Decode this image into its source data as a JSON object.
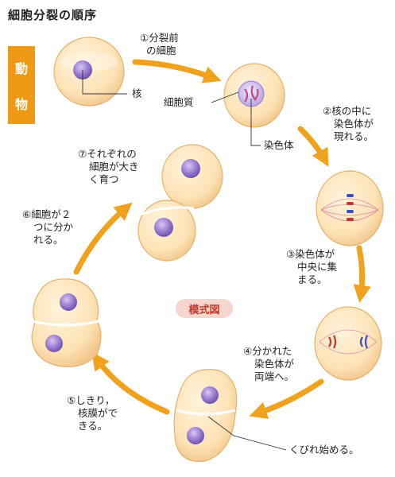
{
  "title": "細胞分裂の順序",
  "side_tag": [
    "動",
    "物"
  ],
  "labels": {
    "nucleus": "核",
    "cytoplasm": "細胞質",
    "chromosome": "染色体",
    "pinch": "くびれ始める。",
    "model_badge": "模式図"
  },
  "steps": [
    {
      "lines": [
        "①分裂前",
        "の細胞"
      ]
    },
    {
      "lines": [
        "②核の中に",
        "染色体が",
        "現れる。"
      ]
    },
    {
      "lines": [
        "③染色体が",
        "中央に集",
        "まる。"
      ]
    },
    {
      "lines": [
        "④分かれた",
        "染色体が",
        "両端へ。"
      ]
    },
    {
      "lines": [
        "⑤しきり，",
        "核膜がで",
        "きる。"
      ]
    },
    {
      "lines": [
        "⑥細胞が２",
        "つに分か",
        "れる。"
      ]
    },
    {
      "lines": [
        "⑦それぞれの",
        "細胞が大き",
        "く育つ"
      ]
    }
  ],
  "colors": {
    "accent": "#ee9a16",
    "arrow": "#f0a21e",
    "cell_fill": "#fde2b5",
    "cell_edge": "#e4b06c",
    "nucleus": "#8c6cc6",
    "badge_bg": "#f6d5cc",
    "badge_text": "#c0392b"
  }
}
